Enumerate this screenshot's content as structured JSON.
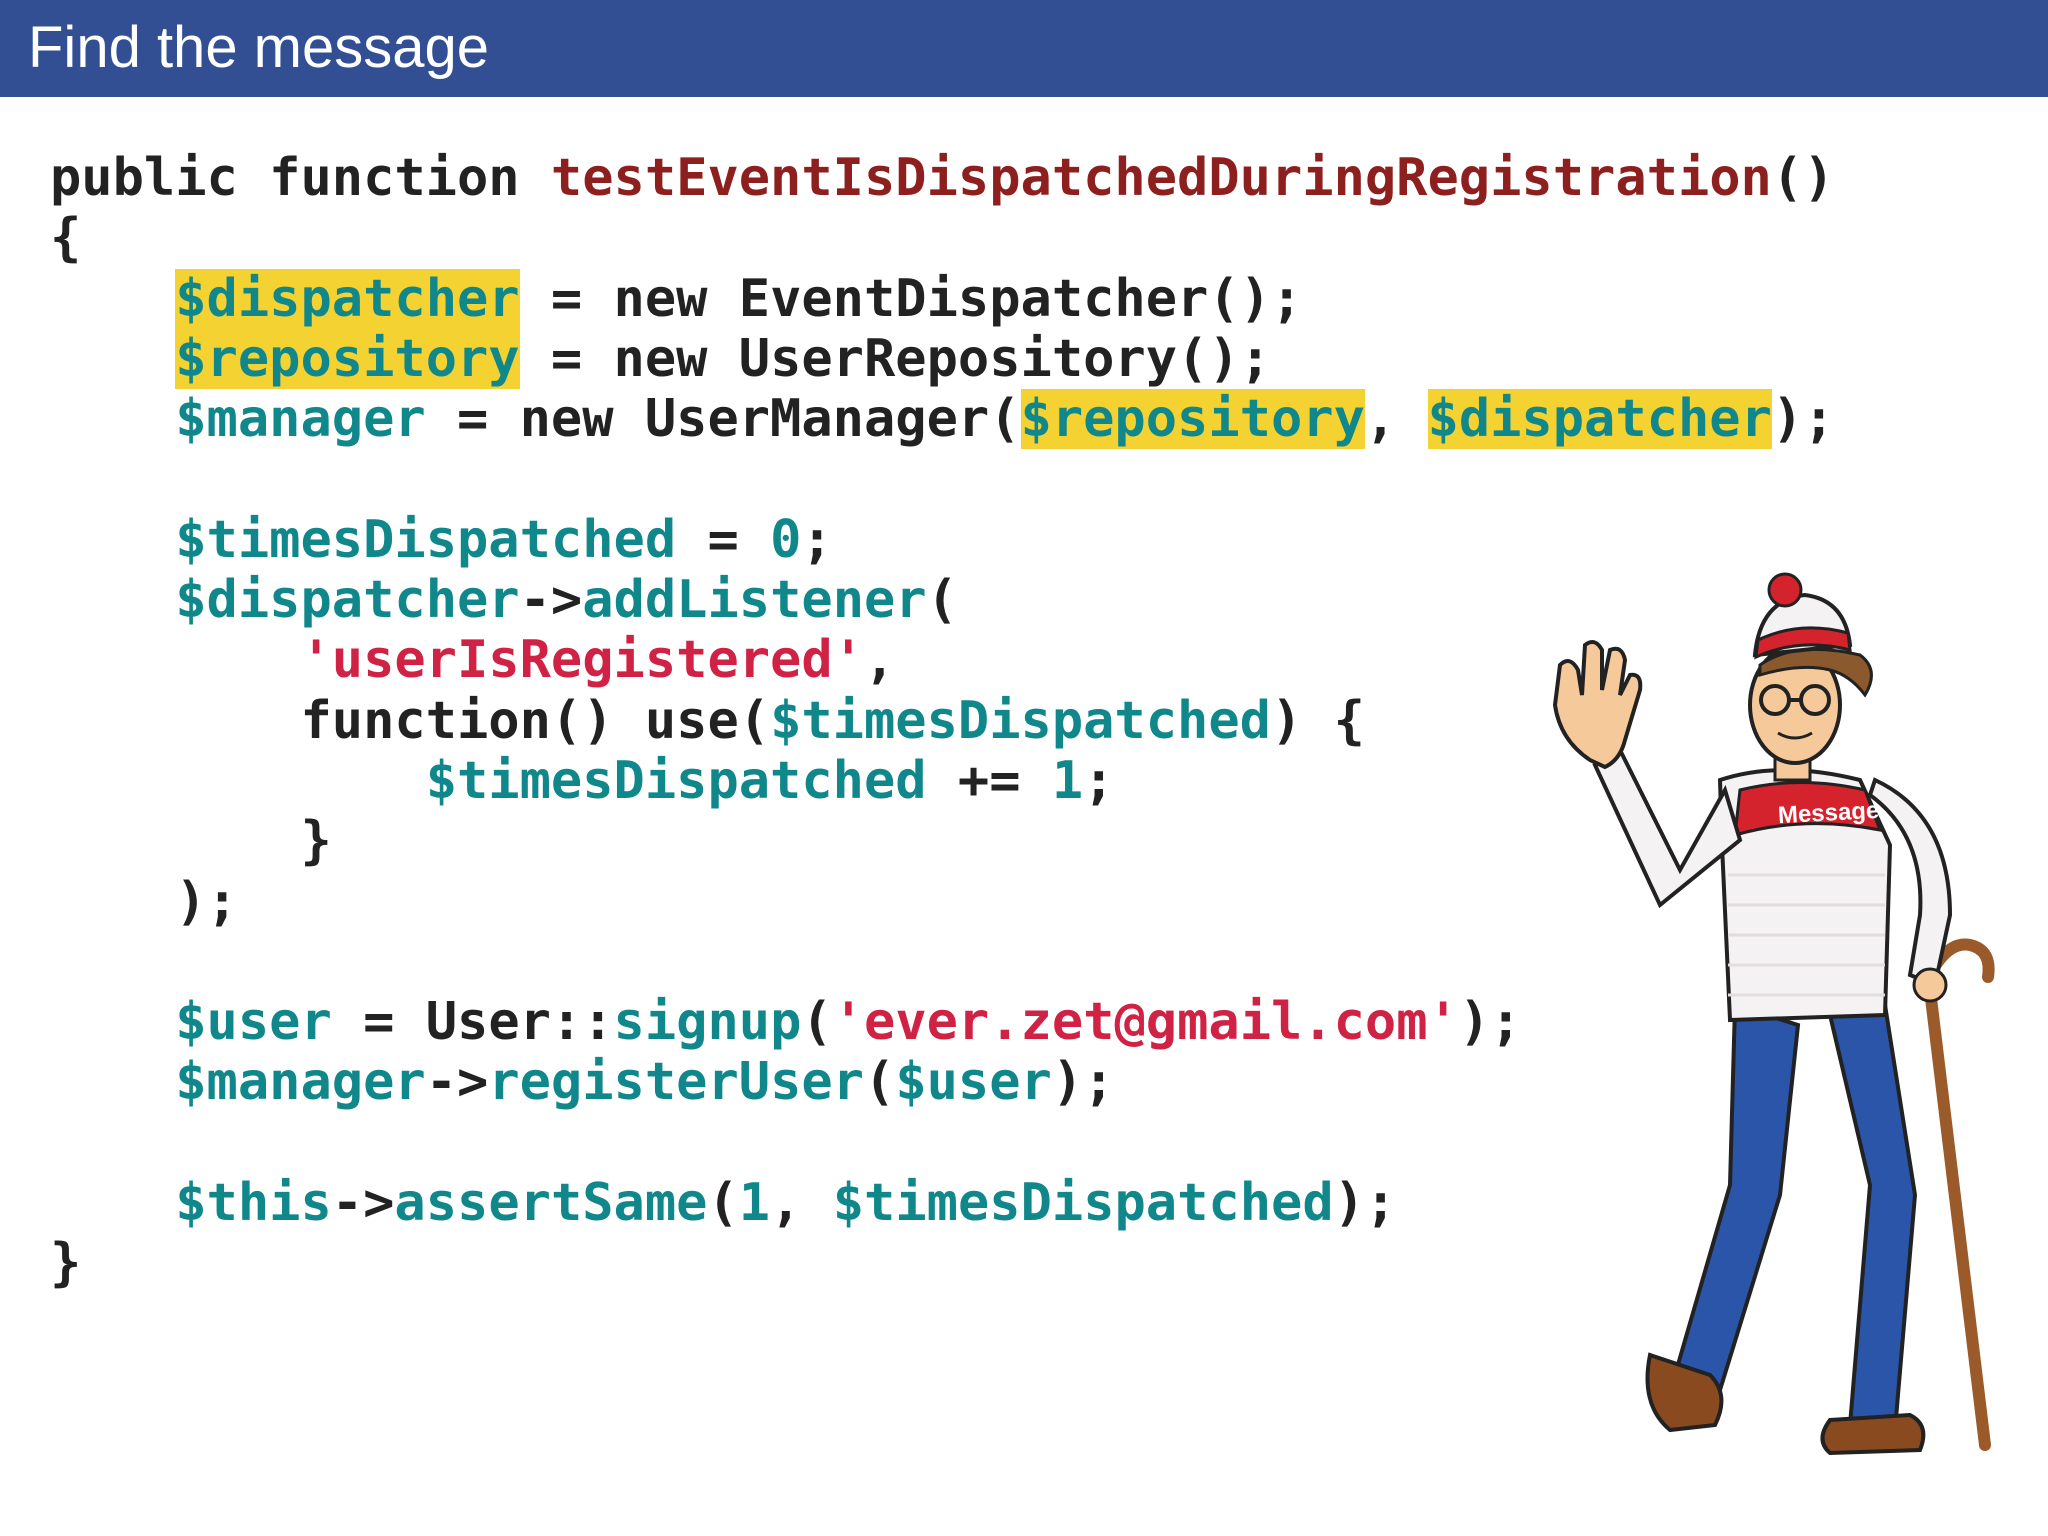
{
  "header": {
    "title": "Find the message"
  },
  "code": {
    "lines": [
      [
        [
          "public function ",
          "plain"
        ],
        [
          "testEventIsDispatchedDuringRegistration",
          "fn"
        ],
        [
          "()",
          "plain"
        ]
      ],
      [
        [
          "{",
          "plain"
        ]
      ],
      [
        [
          "    ",
          "plain"
        ],
        [
          "$dispatcher",
          "var",
          true
        ],
        [
          " = new EventDispatcher();",
          "plain"
        ]
      ],
      [
        [
          "    ",
          "plain"
        ],
        [
          "$repository",
          "var",
          true
        ],
        [
          " = new UserRepository();",
          "plain"
        ]
      ],
      [
        [
          "    ",
          "plain"
        ],
        [
          "$manager",
          "var"
        ],
        [
          " = new UserManager(",
          "plain"
        ],
        [
          "$repository",
          "var",
          true
        ],
        [
          ", ",
          "plain"
        ],
        [
          "$dispatcher",
          "var",
          true
        ],
        [
          ");",
          "plain"
        ]
      ],
      [],
      [
        [
          "    ",
          "plain"
        ],
        [
          "$timesDispatched",
          "var"
        ],
        [
          " = ",
          "plain"
        ],
        [
          "0",
          "num"
        ],
        [
          ";",
          "plain"
        ]
      ],
      [
        [
          "    ",
          "plain"
        ],
        [
          "$dispatcher",
          "var"
        ],
        [
          "->",
          "plain"
        ],
        [
          "addListener",
          "var"
        ],
        [
          "(",
          "plain"
        ]
      ],
      [
        [
          "        ",
          "plain"
        ],
        [
          "'userIsRegistered'",
          "str"
        ],
        [
          ",",
          "plain"
        ]
      ],
      [
        [
          "        ",
          "plain"
        ],
        [
          "function() use(",
          "plain"
        ],
        [
          "$timesDispatched",
          "var"
        ],
        [
          ") {",
          "plain"
        ]
      ],
      [
        [
          "            ",
          "plain"
        ],
        [
          "$timesDispatched",
          "var"
        ],
        [
          " += ",
          "plain"
        ],
        [
          "1",
          "num"
        ],
        [
          ";",
          "plain"
        ]
      ],
      [
        [
          "        ",
          "plain"
        ],
        [
          "}",
          "plain"
        ]
      ],
      [
        [
          "    ",
          "plain"
        ],
        [
          ");",
          "plain"
        ]
      ],
      [],
      [
        [
          "    ",
          "plain"
        ],
        [
          "$user",
          "var"
        ],
        [
          " = User::",
          "plain"
        ],
        [
          "signup",
          "var"
        ],
        [
          "(",
          "plain"
        ],
        [
          "'ever.zet@gmail.com'",
          "str"
        ],
        [
          ");",
          "plain"
        ]
      ],
      [
        [
          "    ",
          "plain"
        ],
        [
          "$manager",
          "var"
        ],
        [
          "->",
          "plain"
        ],
        [
          "registerUser",
          "var"
        ],
        [
          "(",
          "plain"
        ],
        [
          "$user",
          "var"
        ],
        [
          ");",
          "plain"
        ]
      ],
      [],
      [
        [
          "    ",
          "plain"
        ],
        [
          "$this",
          "var"
        ],
        [
          "->",
          "plain"
        ],
        [
          "assertSame",
          "var"
        ],
        [
          "(",
          "plain"
        ],
        [
          "1",
          "num"
        ],
        [
          ", ",
          "plain"
        ],
        [
          "$timesDispatched",
          "var"
        ],
        [
          ");",
          "plain"
        ]
      ],
      [
        [
          "}",
          "plain"
        ]
      ]
    ]
  },
  "illustration": {
    "icon": "waldo-character-icon",
    "shirt_label": "Message"
  },
  "colors": {
    "header_bg": "#334f94",
    "keyword": "#222222",
    "function_name": "#8e1f1f",
    "variable": "#10878a",
    "string": "#d02245",
    "highlight": "#f4d232"
  }
}
